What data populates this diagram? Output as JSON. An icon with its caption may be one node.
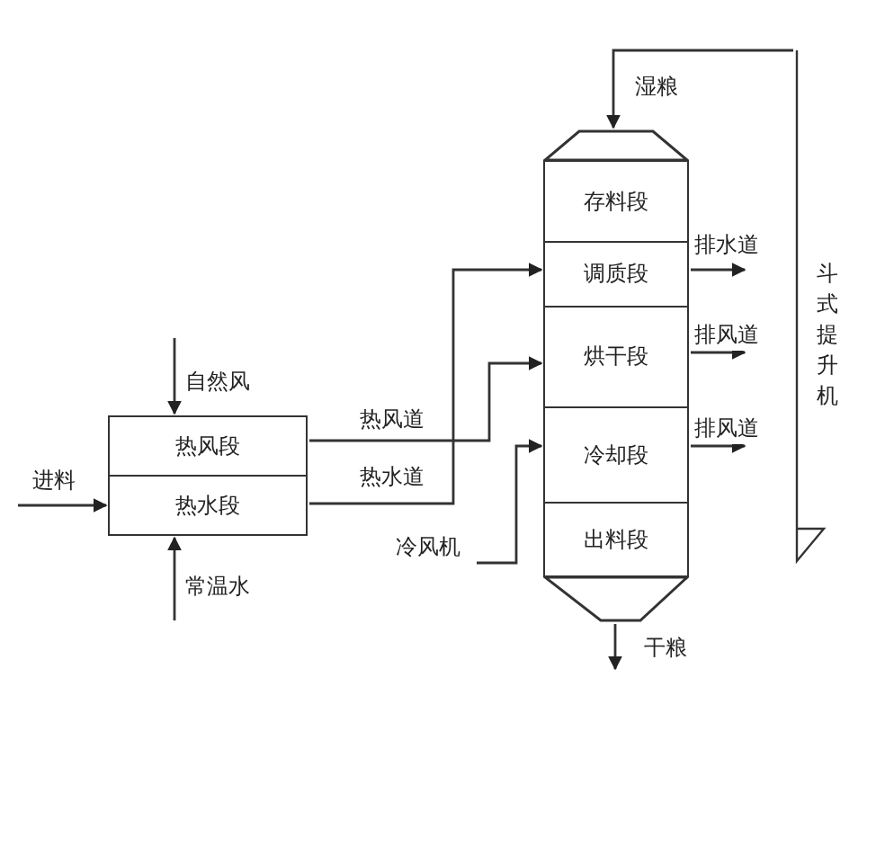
{
  "diagram": {
    "nodes": [
      {
        "text": [
          "热风段"
        ]
      },
      {
        "text": [
          "热水段"
        ]
      },
      {
        "text": [],
        "shape": "trapezoid"
      },
      {
        "text": [
          "存料段"
        ]
      },
      {
        "text": [
          "调质段"
        ]
      },
      {
        "text": [
          "烘干段"
        ]
      },
      {
        "text": [
          "冷却段"
        ]
      },
      {
        "text": [
          "出料段"
        ]
      },
      {
        "text": [],
        "shape": "trapezoid"
      },
      {
        "text": [
          "冷风机"
        ]
      },
      {
        "text": [
          "斗式提升机"
        ]
      }
    ],
    "edges": [
      {
        "from": null,
        "to": 1,
        "arrow": "to",
        "label": "进料"
      },
      {
        "from": null,
        "to": 0,
        "arrow": "to",
        "label": "自然风"
      },
      {
        "from": null,
        "to": 1,
        "arrow": "to",
        "label": "常温水"
      },
      {
        "from": 0,
        "to": 5,
        "arrow": "to",
        "label": "热风道"
      },
      {
        "from": 1,
        "to": 4,
        "arrow": "to",
        "label": "热水道"
      },
      {
        "from": 9,
        "to": 6,
        "arrow": "to"
      },
      {
        "from": 4,
        "to": null,
        "arrow": "to",
        "label": "排水道"
      },
      {
        "from": 5,
        "to": null,
        "arrow": "to",
        "label": "排风道"
      },
      {
        "from": 6,
        "to": null,
        "arrow": "to",
        "label": "排风道"
      },
      {
        "from": 10,
        "to": 2,
        "arrow": "to",
        "label": "湿粮"
      },
      {
        "from": 8,
        "to": null,
        "arrow": "to",
        "label": "干粮"
      }
    ]
  }
}
